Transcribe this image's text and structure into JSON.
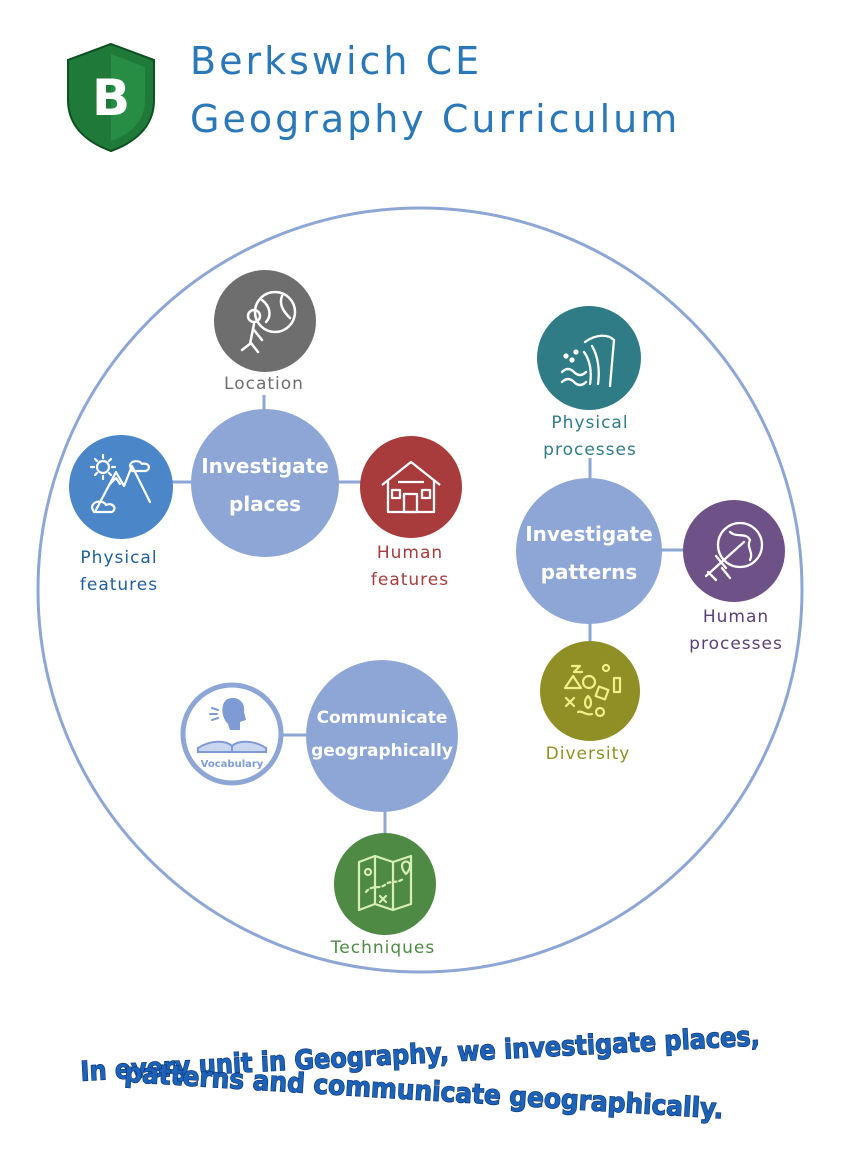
{
  "header": {
    "badge_letter": "B",
    "title_line1": "Berkswich CE",
    "title_line2": "Geography Curriculum"
  },
  "hubs": {
    "places": {
      "line1": "Investigate",
      "line2": "places"
    },
    "patterns": {
      "line1": "Investigate",
      "line2": "patterns"
    },
    "communicate": {
      "line1": "Communicate",
      "line2": "geographically"
    }
  },
  "satellites": {
    "location": {
      "line1": "Location",
      "icon": "globe-person-icon",
      "color": "#6e6e6e"
    },
    "physical_features": {
      "line1": "Physical",
      "line2": "features",
      "icon": "mountain-sun-icon",
      "color": "#4a86c8"
    },
    "human_features": {
      "line1": "Human",
      "line2": "features",
      "icon": "house-icon",
      "color": "#a83b3b"
    },
    "physical_processes": {
      "line1": "Physical",
      "line2": "processes",
      "icon": "waterfall-icon",
      "color": "#2f7b86"
    },
    "human_processes": {
      "line1": "Human",
      "line2": "processes",
      "icon": "globe-plane-icon",
      "color": "#6e5187"
    },
    "diversity": {
      "line1": "Diversity",
      "icon": "shapes-icon",
      "color": "#8f8f25"
    },
    "vocabulary": {
      "line1": "Vocabulary",
      "icon": "book-speaker-icon",
      "color": "#7e9bd6"
    },
    "techniques": {
      "line1": "Techniques",
      "icon": "map-icon",
      "color": "#4f8a45"
    }
  },
  "tagline": {
    "line1": "In every unit in Geography, we investigate places,",
    "line2": "patterns and communicate geographically."
  },
  "colors": {
    "hub_fill": "#8ea6d6",
    "outer_ring": "#8ea6d6",
    "title": "#2a77b9",
    "badge_green": "#1f7a3a"
  }
}
